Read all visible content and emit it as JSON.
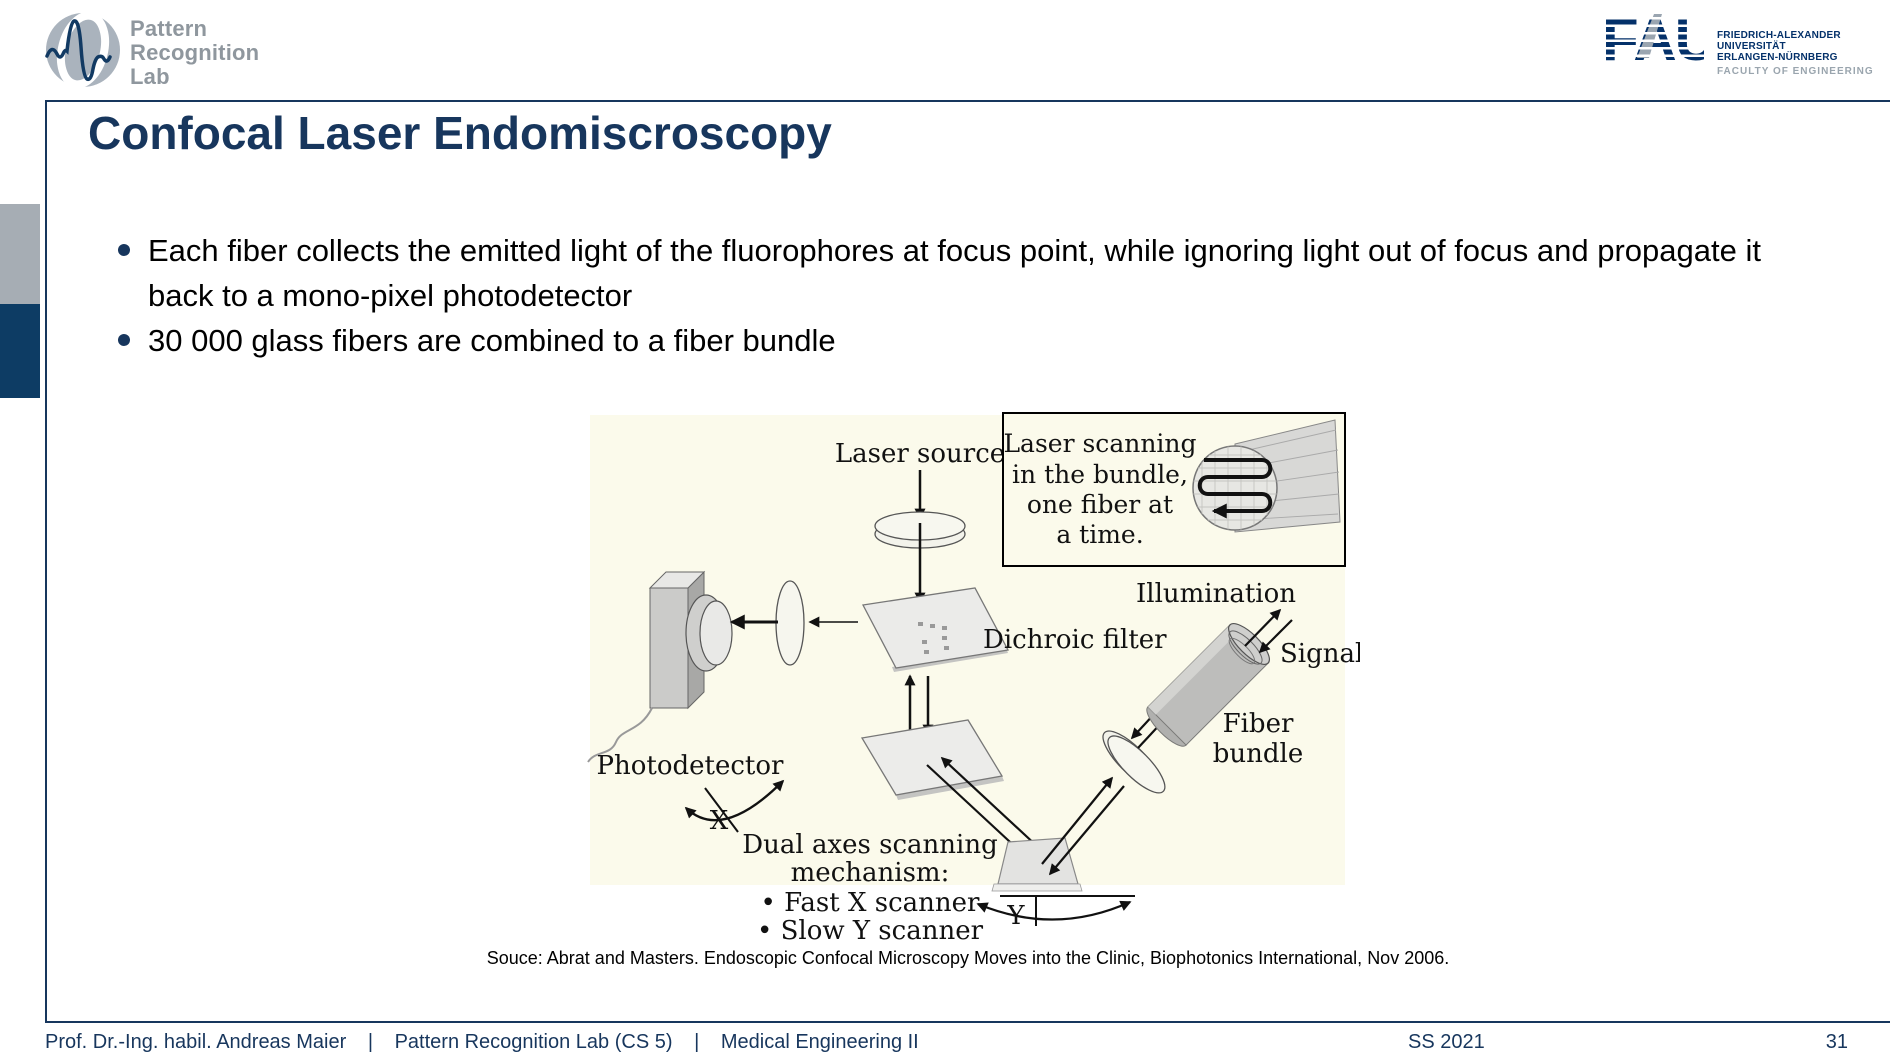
{
  "header": {
    "prl_logo": {
      "line1": "Pattern",
      "line2": "Recognition",
      "line3": "Lab"
    },
    "fau_logo": {
      "wordmark": "FAU",
      "line1": "FRIEDRICH-ALEXANDER",
      "line2": "UNIVERSITÄT",
      "line3": "ERLANGEN-NÜRNBERG",
      "faculty": "FACULTY OF ENGINEERING"
    }
  },
  "slide": {
    "title": "Confocal Laser Endomiscroscopy",
    "bullets": [
      "Each fiber collects the emitted light of the fluorophores at focus point, while ignoring light out of focus and propagate it back to a mono-pixel photodetector",
      "30 000 glass fibers are combined to a fiber bundle"
    ],
    "caption": "Souce: Abrat and Masters. Endoscopic Confocal Microscopy Moves into the Clinic, Biophotonics International, Nov 2006."
  },
  "figure": {
    "labels": {
      "laser_source": "Laser source",
      "illumination": "Illumination",
      "signal": "Signal",
      "dichroic": "Dichroic filter",
      "fiber_line1": "Fiber",
      "fiber_line2": "bundle",
      "photodetector": "Photodetector",
      "x": "X",
      "y": "Y",
      "dual1": "Dual axes scanning",
      "dual2": "mechanism:",
      "fastx": "• Fast X scanner",
      "slowy": "• Slow Y scanner"
    },
    "inset": [
      "Laser scanning",
      "in the bundle,",
      "one fiber at",
      "a time."
    ]
  },
  "footer": {
    "author": "Prof. Dr.-Ing. habil. Andreas Maier",
    "separator": "|",
    "lab": "Pattern Recognition Lab (CS 5)",
    "course": "Medical Engineering II",
    "semester": "SS 2021",
    "page": "31"
  },
  "colors": {
    "navy": "#17365d",
    "fau_navy": "#04316a",
    "gray": "#a6adb4",
    "figure_cream": "#fbfaeb"
  }
}
